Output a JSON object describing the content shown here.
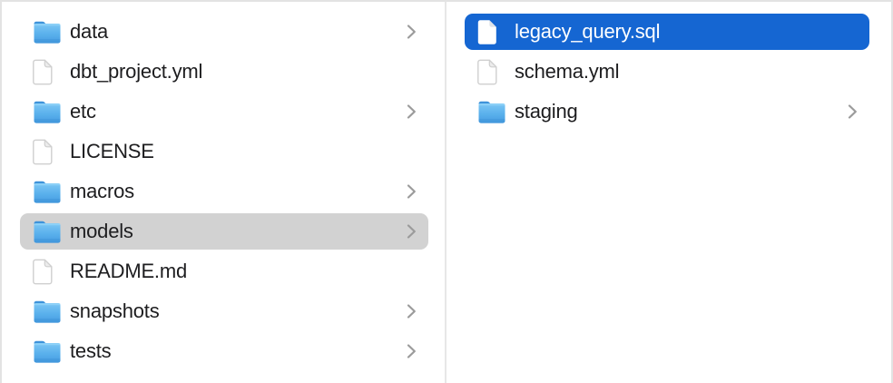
{
  "app": "finder-column-view",
  "colors": {
    "selection_blue": "#1566d2",
    "selection_gray": "#d2d2d2",
    "divider": "#e7e7e7",
    "frame_border": "#e3e3e3",
    "text": "#1d1d1f",
    "text_selected": "#ffffff",
    "chevron_gray": "#9b9b9b",
    "folder_blue": "#59b0ec"
  },
  "left_column": {
    "items": [
      {
        "label": "data",
        "icon": "folder",
        "chevron": true,
        "selected": false
      },
      {
        "label": "dbt_project.yml",
        "icon": "file",
        "chevron": false,
        "selected": false
      },
      {
        "label": "etc",
        "icon": "folder",
        "chevron": true,
        "selected": false
      },
      {
        "label": "LICENSE",
        "icon": "file",
        "chevron": false,
        "selected": false
      },
      {
        "label": "macros",
        "icon": "folder",
        "chevron": true,
        "selected": false
      },
      {
        "label": "models",
        "icon": "folder",
        "chevron": true,
        "selected": true,
        "selection_style": "inactive"
      },
      {
        "label": "README.md",
        "icon": "file",
        "chevron": false,
        "selected": false
      },
      {
        "label": "snapshots",
        "icon": "folder",
        "chevron": true,
        "selected": false
      },
      {
        "label": "tests",
        "icon": "folder",
        "chevron": true,
        "selected": false
      }
    ]
  },
  "right_column": {
    "items": [
      {
        "label": "legacy_query.sql",
        "icon": "file",
        "chevron": false,
        "selected": true,
        "selection_style": "active"
      },
      {
        "label": "schema.yml",
        "icon": "file",
        "chevron": false,
        "selected": false
      },
      {
        "label": "staging",
        "icon": "folder",
        "chevron": true,
        "selected": false
      }
    ]
  }
}
